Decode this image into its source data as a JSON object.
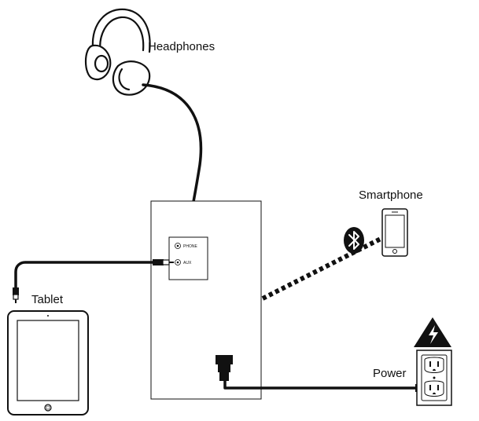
{
  "labels": {
    "headphones": "Headphones",
    "smartphone": "Smartphone",
    "tablet": "Tablet",
    "power": "Power",
    "phone_jack": "PHONE",
    "aux_jack": "AUX"
  },
  "icons": {
    "headphones": "headphones-icon",
    "smartphone": "smartphone-icon",
    "tablet": "tablet-icon",
    "bluetooth": "bluetooth-icon",
    "warning": "high-voltage-warning-icon",
    "outlet": "power-outlet-icon"
  },
  "colors": {
    "line": "#111111",
    "background": "#ffffff"
  }
}
